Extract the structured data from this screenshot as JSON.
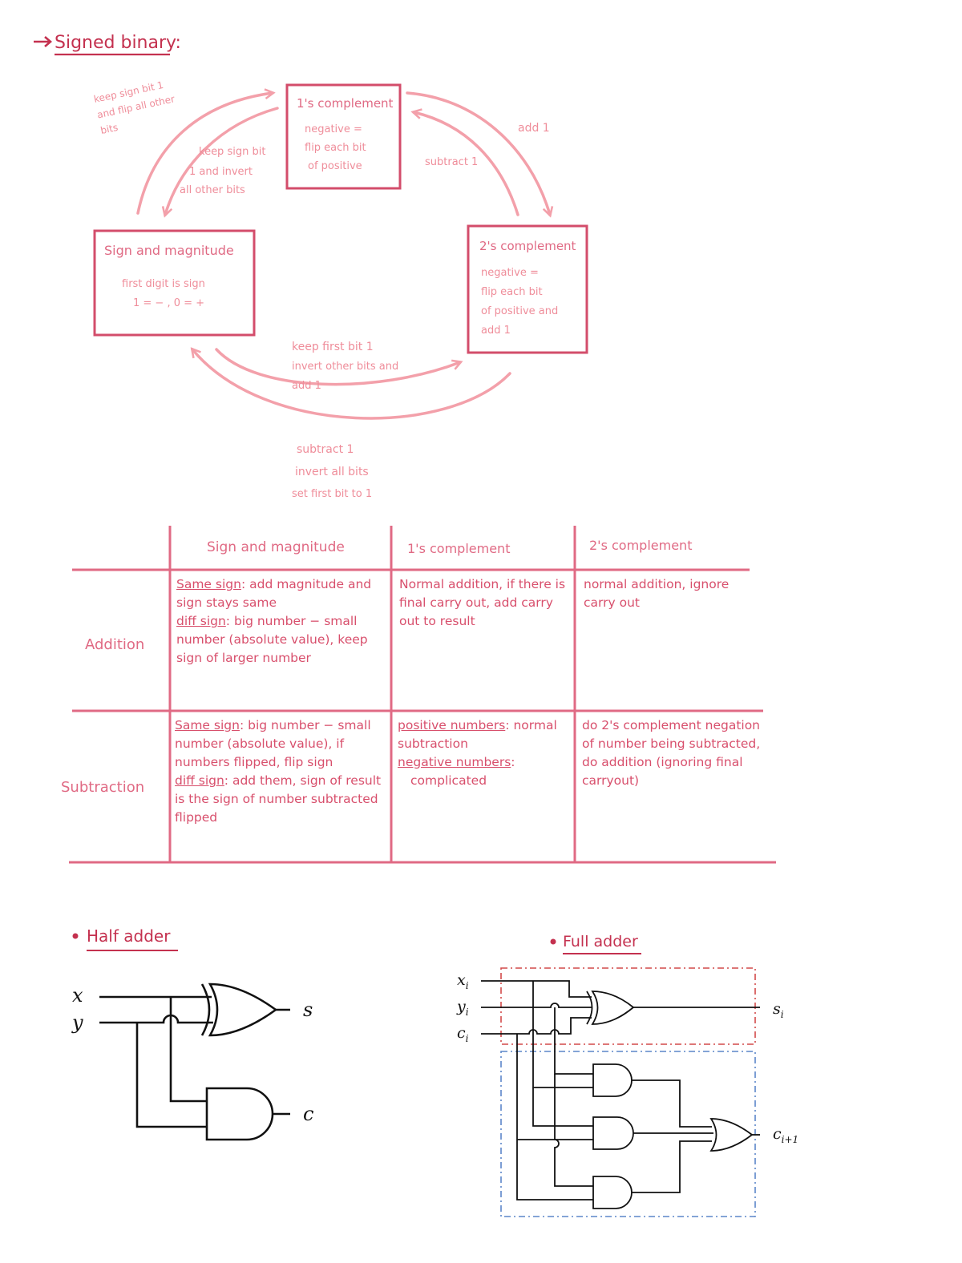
{
  "heading": "Signed binary:",
  "cycle": {
    "ones": {
      "title": "1's complement",
      "body": [
        "negative =",
        "flip each bit",
        "of positive"
      ]
    },
    "sm": {
      "title": "Sign and magnitude",
      "body": [
        "first digit is sign",
        "1 = − , 0 = +"
      ]
    },
    "twos": {
      "title": "2's complement",
      "body": [
        "negative =",
        "flip each bit",
        "of positive and",
        "add 1"
      ]
    },
    "sm_to_ones": [
      "keep sign bit 1",
      "and flip all other",
      "bits"
    ],
    "ones_to_sm": [
      "keep sign bit",
      "1 and invert",
      "all other bits"
    ],
    "ones_to_twos": "add 1",
    "twos_to_ones": "subtract 1",
    "sm_to_twos": [
      "keep first bit 1",
      "invert other bits and",
      "add 1"
    ],
    "twos_to_sm": [
      "subtract 1",
      "invert all bits",
      "set first bit to 1"
    ]
  },
  "table": {
    "headers": [
      "Sign and magnitude",
      "1's complement",
      "2's complement"
    ],
    "rows": [
      {
        "label": "Addition",
        "sm": {
          "a_u": "Same sign",
          "a": ": add magnitude and sign stays same",
          "b_u": "diff sign",
          "b": ": big number − small number (absolute value), keep sign of larger number"
        },
        "ones": "Normal addition, if there is final carry out, add carry out to result",
        "twos": "normal addition, ignore carry out"
      },
      {
        "label": "Subtraction",
        "sm": {
          "a_u": "Same sign",
          "a": ": big number − small number (absolute value), if numbers flipped, flip sign",
          "b_u": "diff sign",
          "b": ": add them, sign of result is the sign of number subtracted flipped"
        },
        "ones": {
          "a_u": "positive numbers",
          "a": ": normal subtraction",
          "b_u": "negative numbers",
          "b": ":",
          "c": "complicated"
        },
        "twos": "do 2's complement negation of number being subtracted, do addition (ignoring final carryout)"
      }
    ]
  },
  "half_adder": {
    "title": "Half adder",
    "in_x": "x",
    "in_y": "y",
    "out_s": "s",
    "out_c": "c"
  },
  "full_adder": {
    "title": "Full adder",
    "in_x": "x",
    "in_y": "y",
    "in_c": "c",
    "sub_i": "i",
    "out_s": "s",
    "out_c": "c",
    "sub_out_c": "i+1"
  },
  "colors": {
    "dark": "#c4314f",
    "medium": "#e06a84",
    "light": "#ef8d9a",
    "red_box": "#d24a4a",
    "blue_box": "#5b86c9"
  }
}
